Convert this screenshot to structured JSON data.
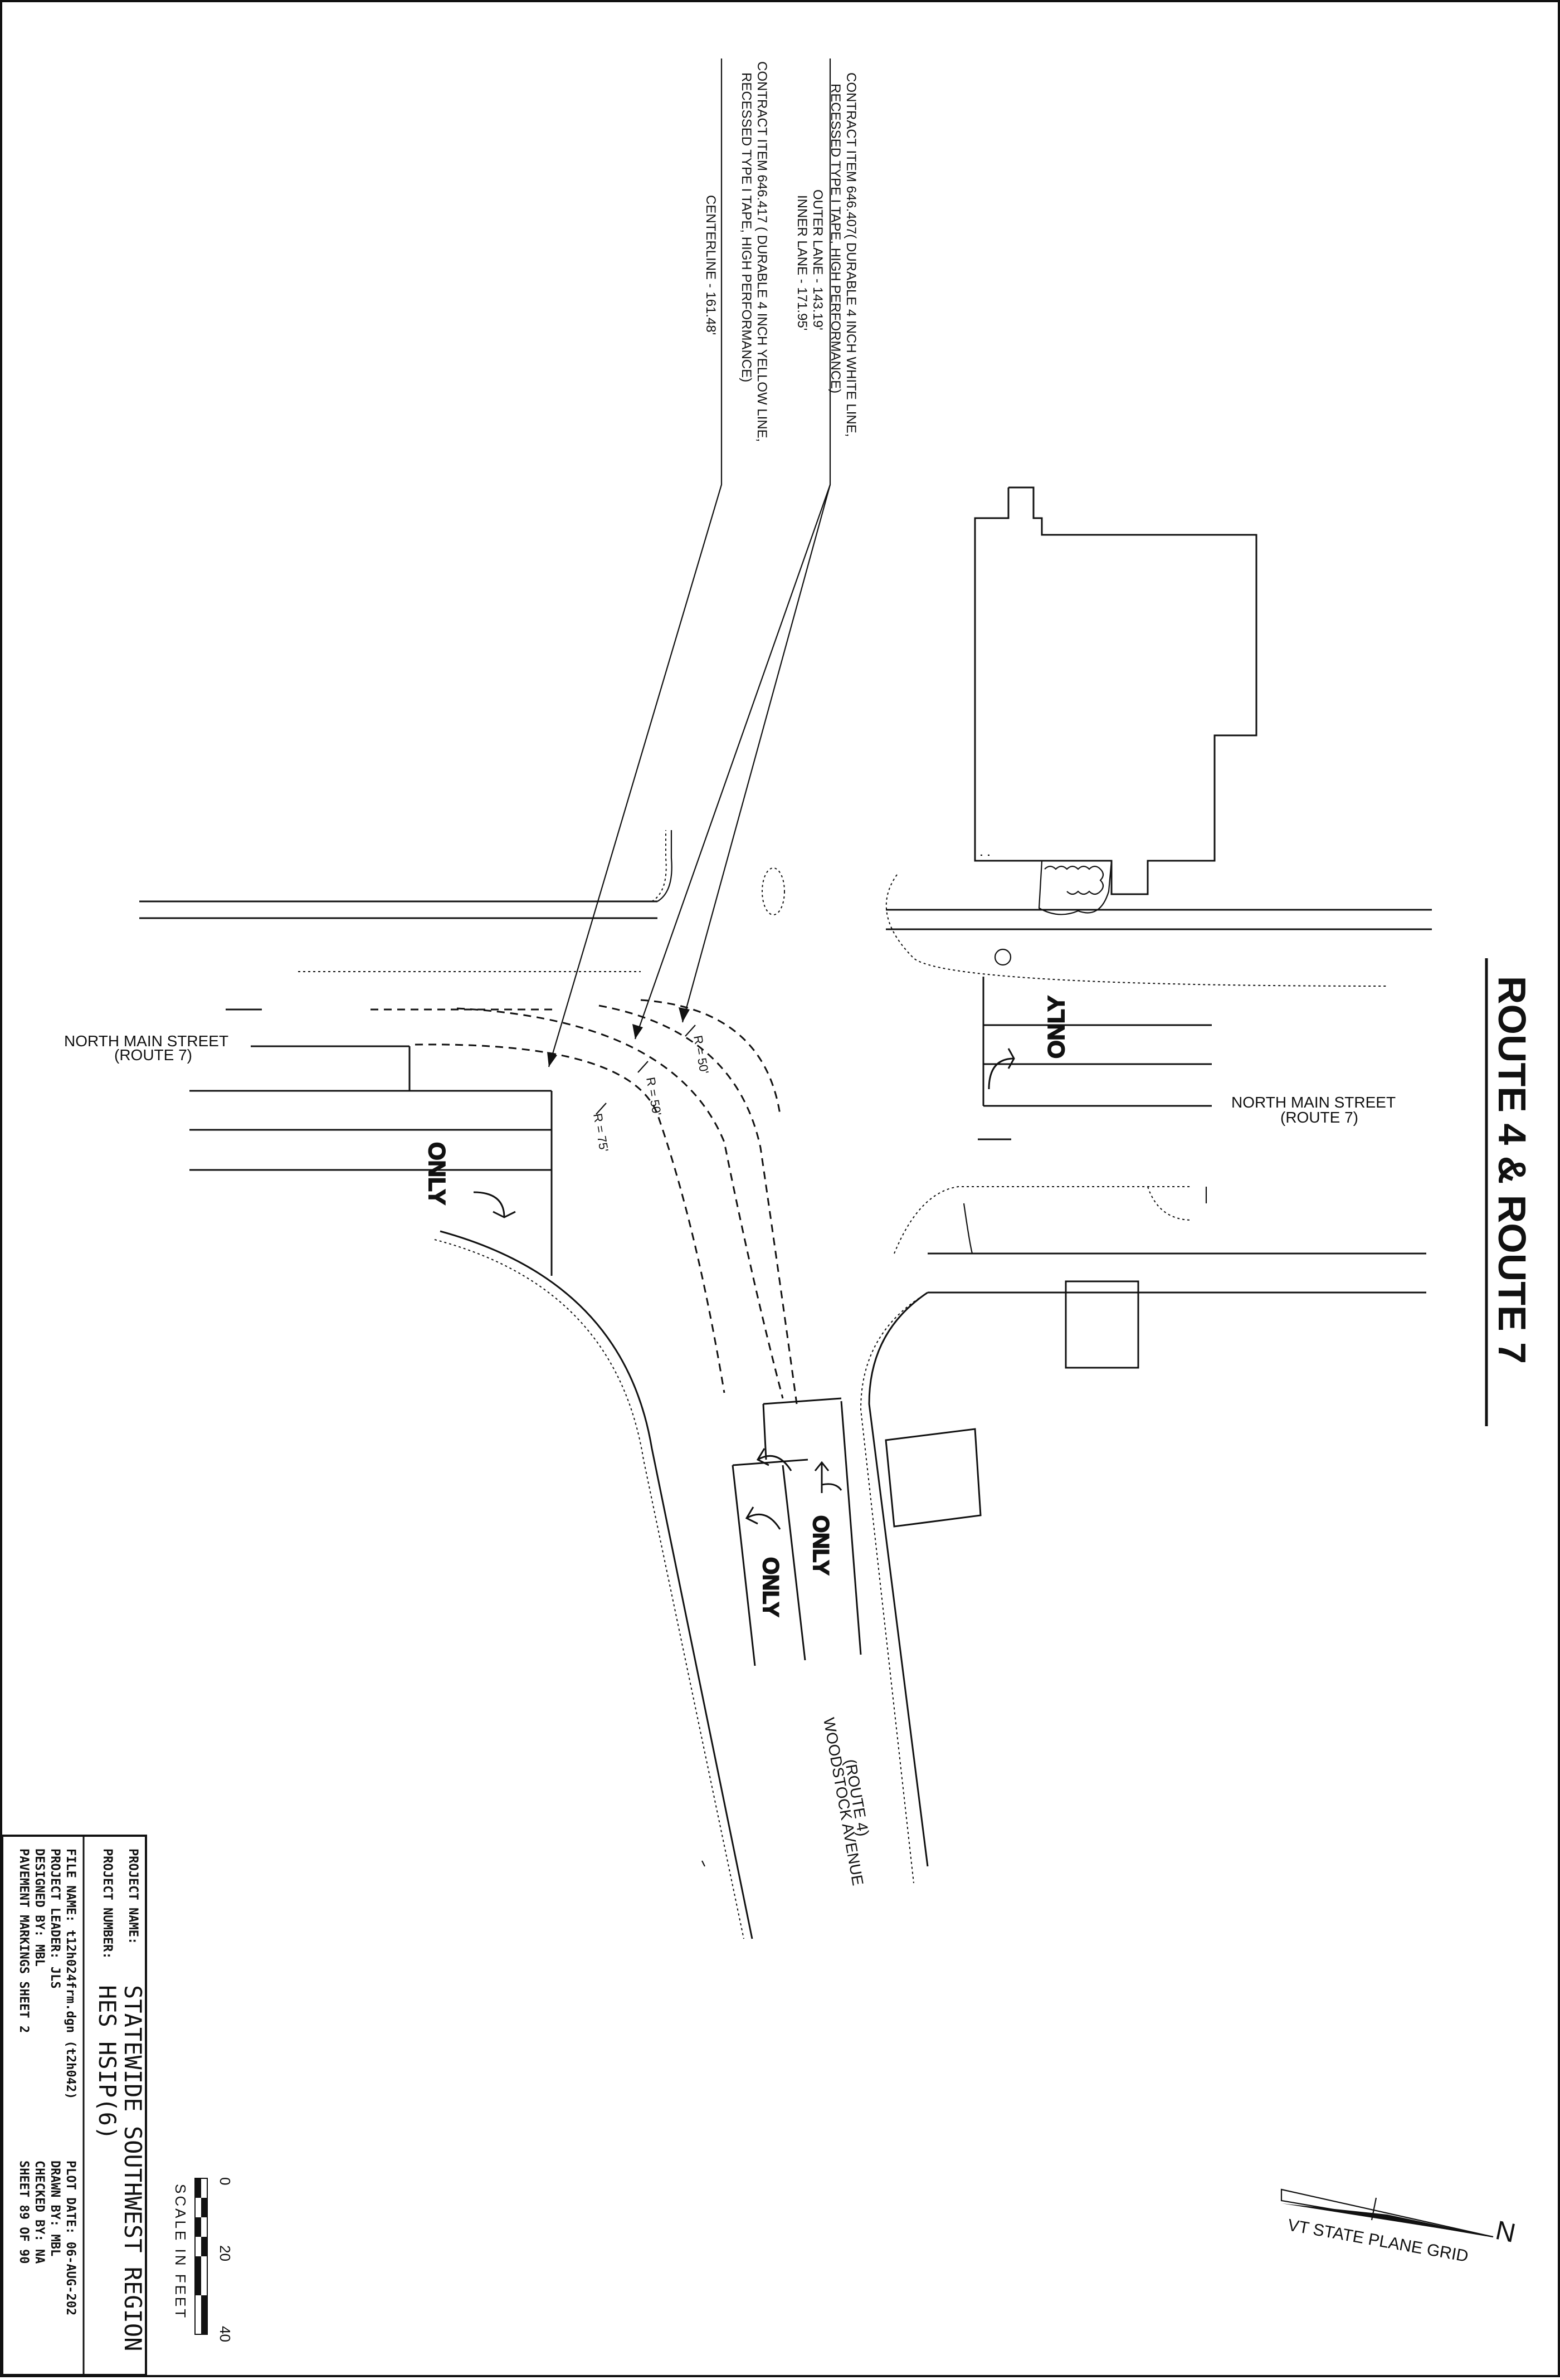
{
  "sheet_title": "ROUTE 4 & ROUTE 7",
  "callouts": {
    "white_line": {
      "lines": [
        "CONTRACT ITEM 646.407( DURABLE 4 INCH WHITE LINE,",
        "RECESSED TYPE I TAPE, HIGH PERFORMANCE)",
        "OUTER LANE - 143.19'",
        "INNER LANE - 171.95'"
      ]
    },
    "yellow_line": {
      "lines": [
        "CONTRACT ITEM 646.417 ( DURABLE 4 INCH YELLOW LINE,",
        "RECESSED TYPE I TAPE, HIGH PERFORMANCE)",
        "CENTERLINE - 161.48'"
      ]
    }
  },
  "street_labels": {
    "north_main_left": [
      "NORTH MAIN STREET",
      "(ROUTE 7)"
    ],
    "north_main_right": [
      "NORTH MAIN STREET",
      "(ROUTE 7)"
    ],
    "woodstock": [
      "WOODSTOCK AVENUE",
      "(ROUTE 4)"
    ]
  },
  "radius_labels": [
    "R = 50'",
    "R = 50'",
    "R = 75'"
  ],
  "pavement_word": "ONLY",
  "north_arrow": {
    "letter": "N",
    "label": "VT STATE PLANE GRID"
  },
  "scale_bar": {
    "ticks": [
      "0",
      "20",
      "40"
    ],
    "label": "SCALE IN FEET"
  },
  "title_block": {
    "project_name_label": "PROJECT NAME:",
    "project_name": "STATEWIDE SOUTHWEST REGION",
    "project_number_label": "PROJECT NUMBER:",
    "project_number": "HES HSIP(6)",
    "file_name": "FILE NAME: t12h024frm.dgn (t2h042)",
    "project_leader": "PROJECT LEADER: JLS",
    "designed_by": "DESIGNED BY: MBL",
    "sheet_name": "PAVEMENT MARKINGS SHEET 2",
    "plot_date": "PLOT DATE: 06-AUG-202",
    "drawn_by": "DRAWN BY: MBL",
    "checked_by": "CHECKED BY: NA",
    "sheet_number": "SHEET   89   OF   90"
  }
}
